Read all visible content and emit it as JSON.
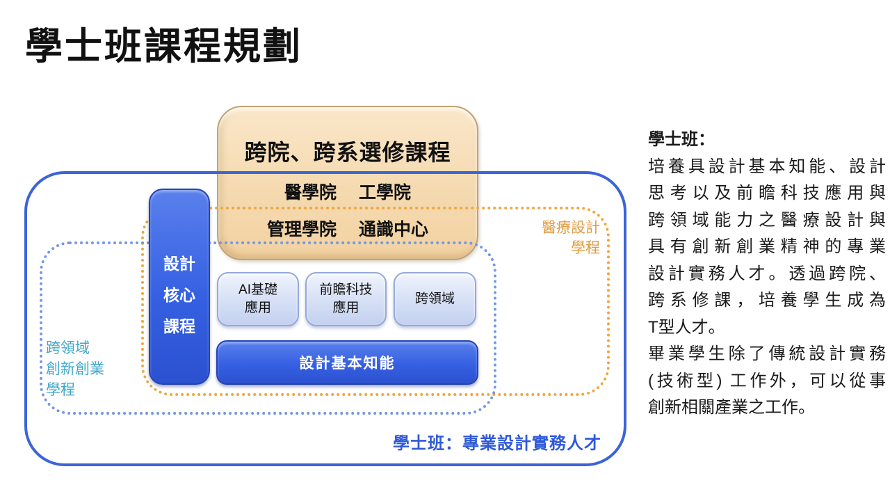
{
  "slide": {
    "title": "學士班課程規劃"
  },
  "diagram": {
    "elective": {
      "title": "跨院、跨系選修課程",
      "colleges": [
        "醫學院",
        "工學院",
        "管理學院",
        "通識中心"
      ]
    },
    "core_box": "設計\n核心\n課程",
    "skills": [
      "AI基礎\n應用",
      "前瞻科技\n應用",
      "跨領域"
    ],
    "basic_bar": "設計基本知能",
    "cross_domain_program": "跨領域\n創新創業\n學程",
    "medical_program": "醫療設計\n學程",
    "bachelor_goal": "學士班：專業設計實務人才"
  },
  "description": {
    "heading": "學士班：",
    "lines": [
      "培養具設計基本知能、設計",
      "思考以及前瞻科技應用與",
      "跨領域能力之醫療設計與",
      "具有創新創業精神的專業",
      "設計實務人才。透過跨院、",
      "跨系修課，培養學生成為",
      "T型人才。",
      "畢業學生除了傳統設計實務",
      "(技術型) 工作外，可以從事",
      "創新相關產業之工作。"
    ]
  },
  "colors": {
    "solid_outline_blue": "#3C64D9",
    "fill_blue": "#3B63DF",
    "light_skill_fill": "#D3DDF4",
    "dotted_blue": "#7396E6",
    "dotted_orange": "#EFA63E",
    "tan_fill": "#F6DCB2",
    "teal_label_text": "#41A7C9",
    "orange_label_text": "#E09B41",
    "bachelor_label_blue": "#2E59D9"
  }
}
